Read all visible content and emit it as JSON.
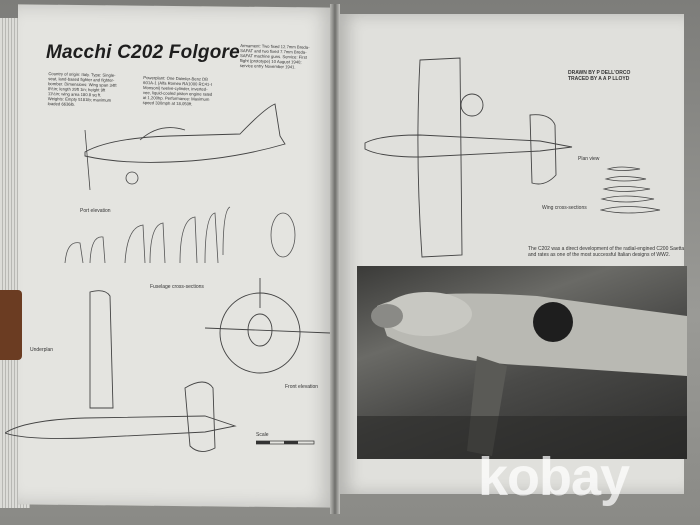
{
  "left_page": {
    "title": "Macchi C202 Folgore",
    "spec_col1": "Country of origin: Italy. Type: Single-seat, land-based fighter and fighter-bomber. Dimensions: Wing span 34ft 8½in; length 29ft 1in; height 9ft 11½in; wing area 180.8 sq ft. Weights: Empty 5181lb; maximum loaded 6636lb.",
    "spec_col2": "Powerplant: One Daimler-Benz DB 601A-1 (Alfa Romeo RA1000 RC41-I Monsoni) twelve-cylinder, inverted-vee, liquid-cooled piston engine rated at 1,200hp. Performance: Maximum speed 330mph at 18,050ft.",
    "spec_col3": "Armament: Two fixed 12.7mm Breda-SAFAT and two fixed 7.7mm Breda-SAFAT machine guns. Service: First flight (prototype) 10 August 1940; service entry November 1941.",
    "labels": {
      "port_elevation": "Port elevation",
      "fuselage_sections": "Fuselage cross-sections",
      "underplan": "Underplan",
      "front_elevation": "Front elevation",
      "scale": "Scale"
    }
  },
  "right_page": {
    "credit_line1": "DRAWN BY P DELL'ORCO",
    "credit_line2": "TRACED BY A A P LLOYD",
    "plan_view": "Plan view",
    "wing_sections": "Wing cross-sections",
    "caption": "The C202 was a direct development of the radial-engined C200 Saetta and rates as one of the most successful Italian designs of WW2."
  },
  "watermark": "kobay"
}
